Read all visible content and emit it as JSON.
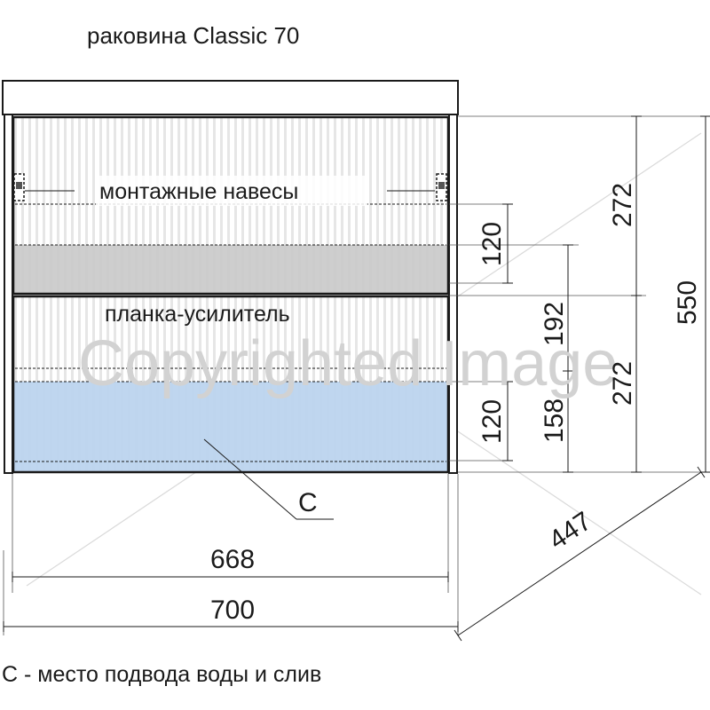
{
  "header": {
    "title": "раковина Classic 70"
  },
  "labels": {
    "hangers": "монтажные навесы",
    "stiffener": "планка-усилитель",
    "connection_marker": "С"
  },
  "dimensions": {
    "upper_drawer_height": "272",
    "lower_drawer_height": "272",
    "total_height": "550",
    "upper_zone": "120",
    "lower_zone": "120",
    "middle_span": "192",
    "lower_offset": "158",
    "inner_width": "668",
    "total_width": "700",
    "depth": "447"
  },
  "footer": {
    "legend": "С - место подвода воды и слив"
  },
  "watermark": {
    "text": "Copyrighted Image"
  },
  "colors": {
    "stripe_light": "#e6e6e6",
    "zone_grey": "#c9c9c9",
    "zone_blue": "#bcd4ee",
    "outline": "#1a1a1a",
    "watermark": "#d2d2d2"
  }
}
